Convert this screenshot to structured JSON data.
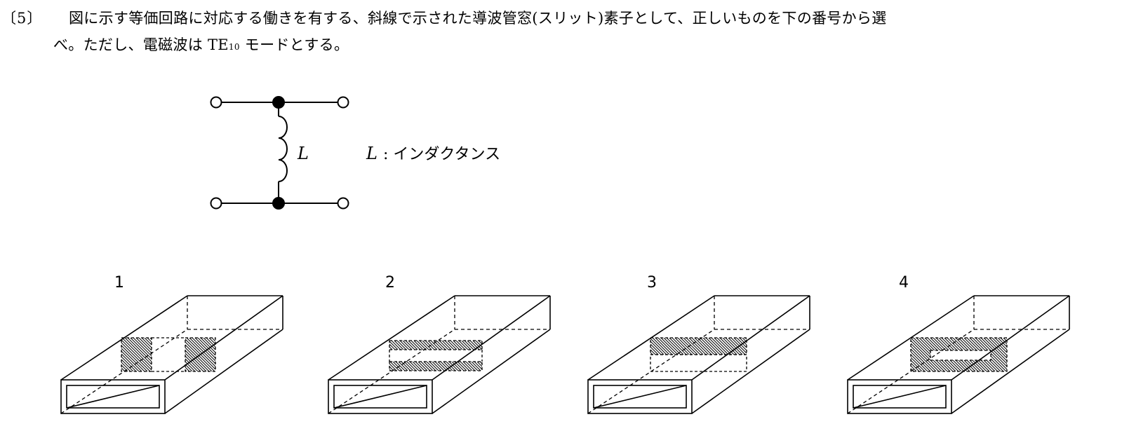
{
  "question": {
    "number": "〔5〕",
    "line1": "図に示す等価回路に対応する働きを有する、斜線で示された導波管窓(スリット)素子として、正しいものを下の番号から選",
    "line2_before": "べ。ただし、電磁波は ",
    "mode_base": "TE",
    "mode_sub": "10",
    "line2_after": " モードとする。"
  },
  "circuit": {
    "inductor_symbol": "L",
    "legend_symbol": "L",
    "legend_text": ": インダクタンス"
  },
  "options": [
    {
      "label": "1",
      "slit": "vertical-pair"
    },
    {
      "label": "2",
      "slit": "horizontal-pair"
    },
    {
      "label": "3",
      "slit": "horizontal-single"
    },
    {
      "label": "4",
      "slit": "rectangular-ring"
    }
  ]
}
